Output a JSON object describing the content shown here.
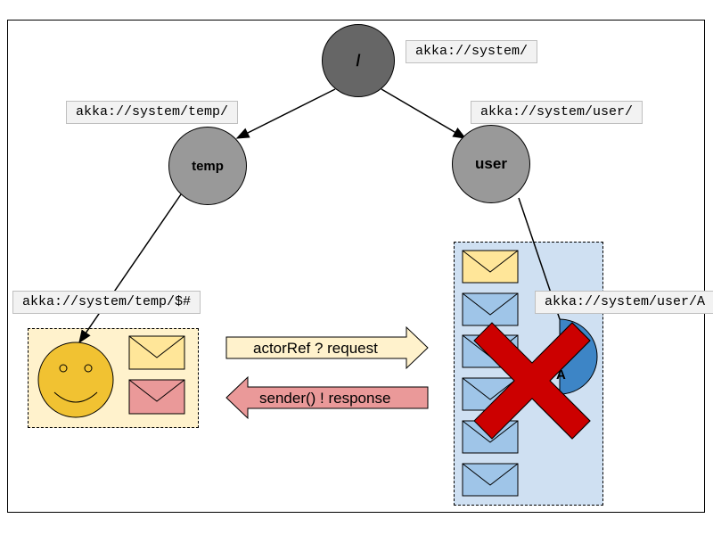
{
  "root": {
    "label": "/",
    "path": "akka://system/"
  },
  "temp": {
    "label": "temp",
    "path": "akka://system/temp/",
    "child_path": "akka://system/temp/$#"
  },
  "user": {
    "label": "user",
    "path": "akka://system/user/",
    "child_path": "akka://system/user/A",
    "child_label": "A"
  },
  "messages": {
    "request": "actorRef ? request",
    "response": "sender() ! response"
  },
  "colors": {
    "root_fill": "#666666",
    "node_fill": "#999999",
    "temp_box": "#fff2cc",
    "user_box": "#cfe0f2",
    "envelope_yellow": "#ffe699",
    "envelope_red": "#ea9999",
    "envelope_blue": "#9fc5e8",
    "actor_a": "#3d85c6",
    "cross": "#cc0000",
    "smiley": "#f1c232"
  },
  "icons": [
    "smiley-face-icon",
    "envelope-icon",
    "cross-icon"
  ]
}
